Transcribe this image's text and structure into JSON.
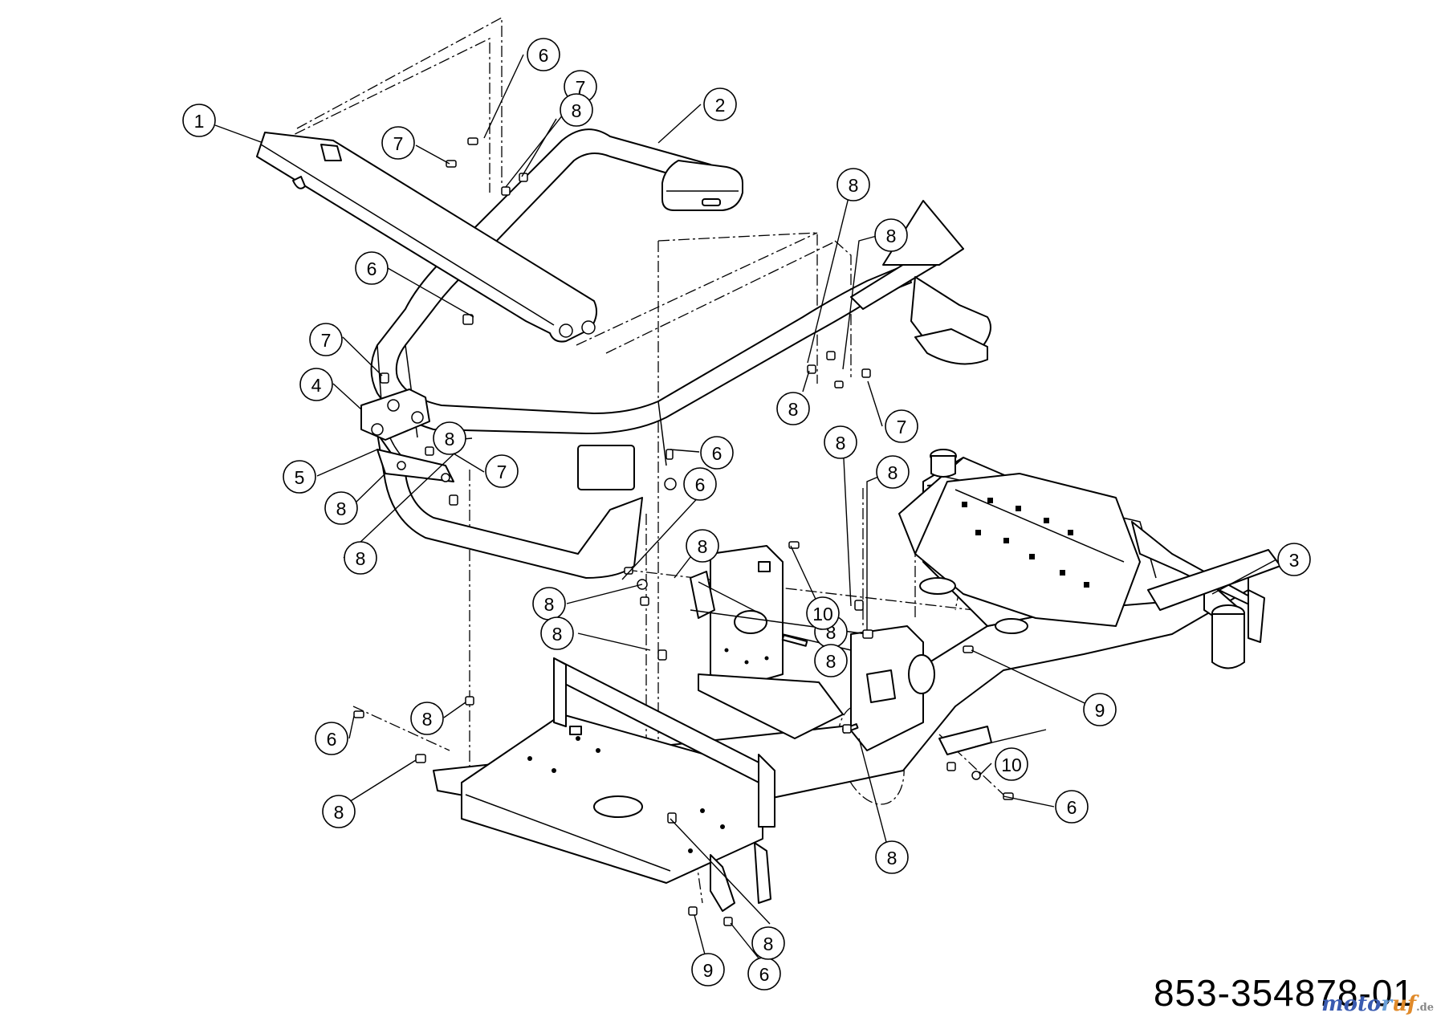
{
  "diagram": {
    "document_number": "853-354878-01",
    "watermark": {
      "part_a": "moto",
      "part_b": "r",
      "part_c": "uf",
      "suffix": ".de"
    },
    "callouts": [
      "1",
      "2",
      "3",
      "4",
      "5",
      "6",
      "6",
      "6",
      "6",
      "6",
      "6",
      "6",
      "7",
      "7",
      "7",
      "7",
      "7",
      "8",
      "8",
      "8",
      "8",
      "8",
      "8",
      "8",
      "8",
      "8",
      "8",
      "8",
      "8",
      "8",
      "8",
      "8",
      "8",
      "8",
      "8",
      "9",
      "9",
      "10",
      "10"
    ]
  }
}
